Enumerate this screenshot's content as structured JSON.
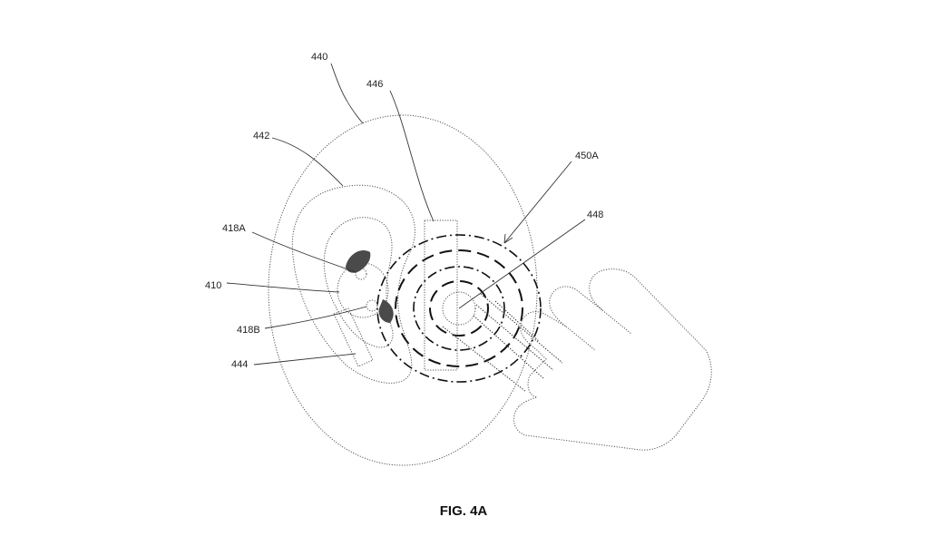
{
  "figure": {
    "caption": "FIG. 4A",
    "labels": {
      "l440": "440",
      "l446": "446",
      "l442": "442",
      "l450A": "450A",
      "l448": "448",
      "l418A": "418A",
      "l410": "410",
      "l418B": "418B",
      "l444": "444"
    }
  }
}
